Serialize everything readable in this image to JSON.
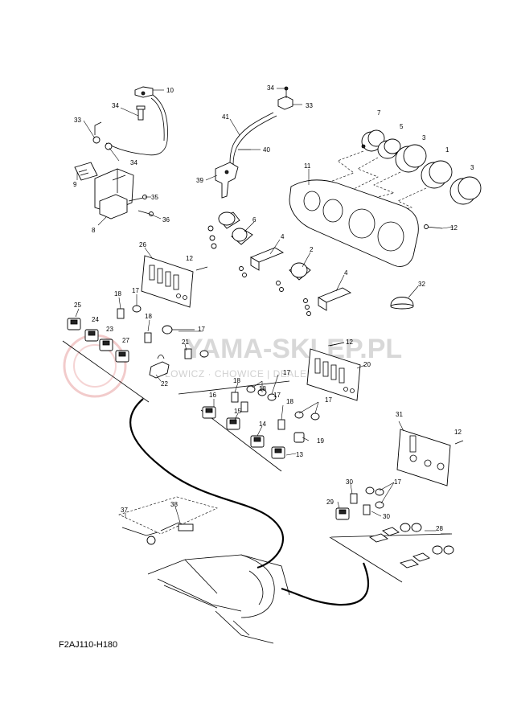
{
  "watermark": {
    "brand": "YAMA-SKLEP.PL",
    "tagline": "ŁOWICZ · CHOWICE | DEALER YAMAHA",
    "logo_color": "#e8a0a0"
  },
  "document_code": "F2AJ110-H180",
  "callouts": {
    "c10": "10",
    "c34a": "34",
    "c33a": "33",
    "c34b": "34",
    "c9": "9",
    "c35": "35",
    "c36": "36",
    "c8": "8",
    "c34c": "34",
    "c33b": "33",
    "c41": "41",
    "c40": "40",
    "c39": "39",
    "c7": "7",
    "c5": "5",
    "c3a": "3",
    "c1": "1",
    "c3b": "3",
    "c11": "11",
    "c12a": "12",
    "c6": "6",
    "c4a": "4",
    "c2": "2",
    "c4b": "4",
    "c32": "32",
    "c26": "26",
    "c12b": "12",
    "c18a": "18",
    "c17a": "17",
    "c25": "25",
    "c24": "24",
    "c23": "23",
    "c27": "27",
    "c18b": "18",
    "c17b": "17",
    "c21": "21",
    "c22": "22",
    "c12c": "12",
    "c20": "20",
    "c18c": "18",
    "c17c": "17",
    "c16": "16",
    "c15": "15",
    "c14": "14",
    "c13": "13",
    "c18d": "18",
    "c17d": "17",
    "c18e": "18",
    "c17e": "17",
    "c19": "19",
    "c31": "31",
    "c12d": "12",
    "c30a": "30",
    "c17f": "17",
    "c29": "29",
    "c30b": "30",
    "c28": "28",
    "c37": "37",
    "c38": "38"
  }
}
